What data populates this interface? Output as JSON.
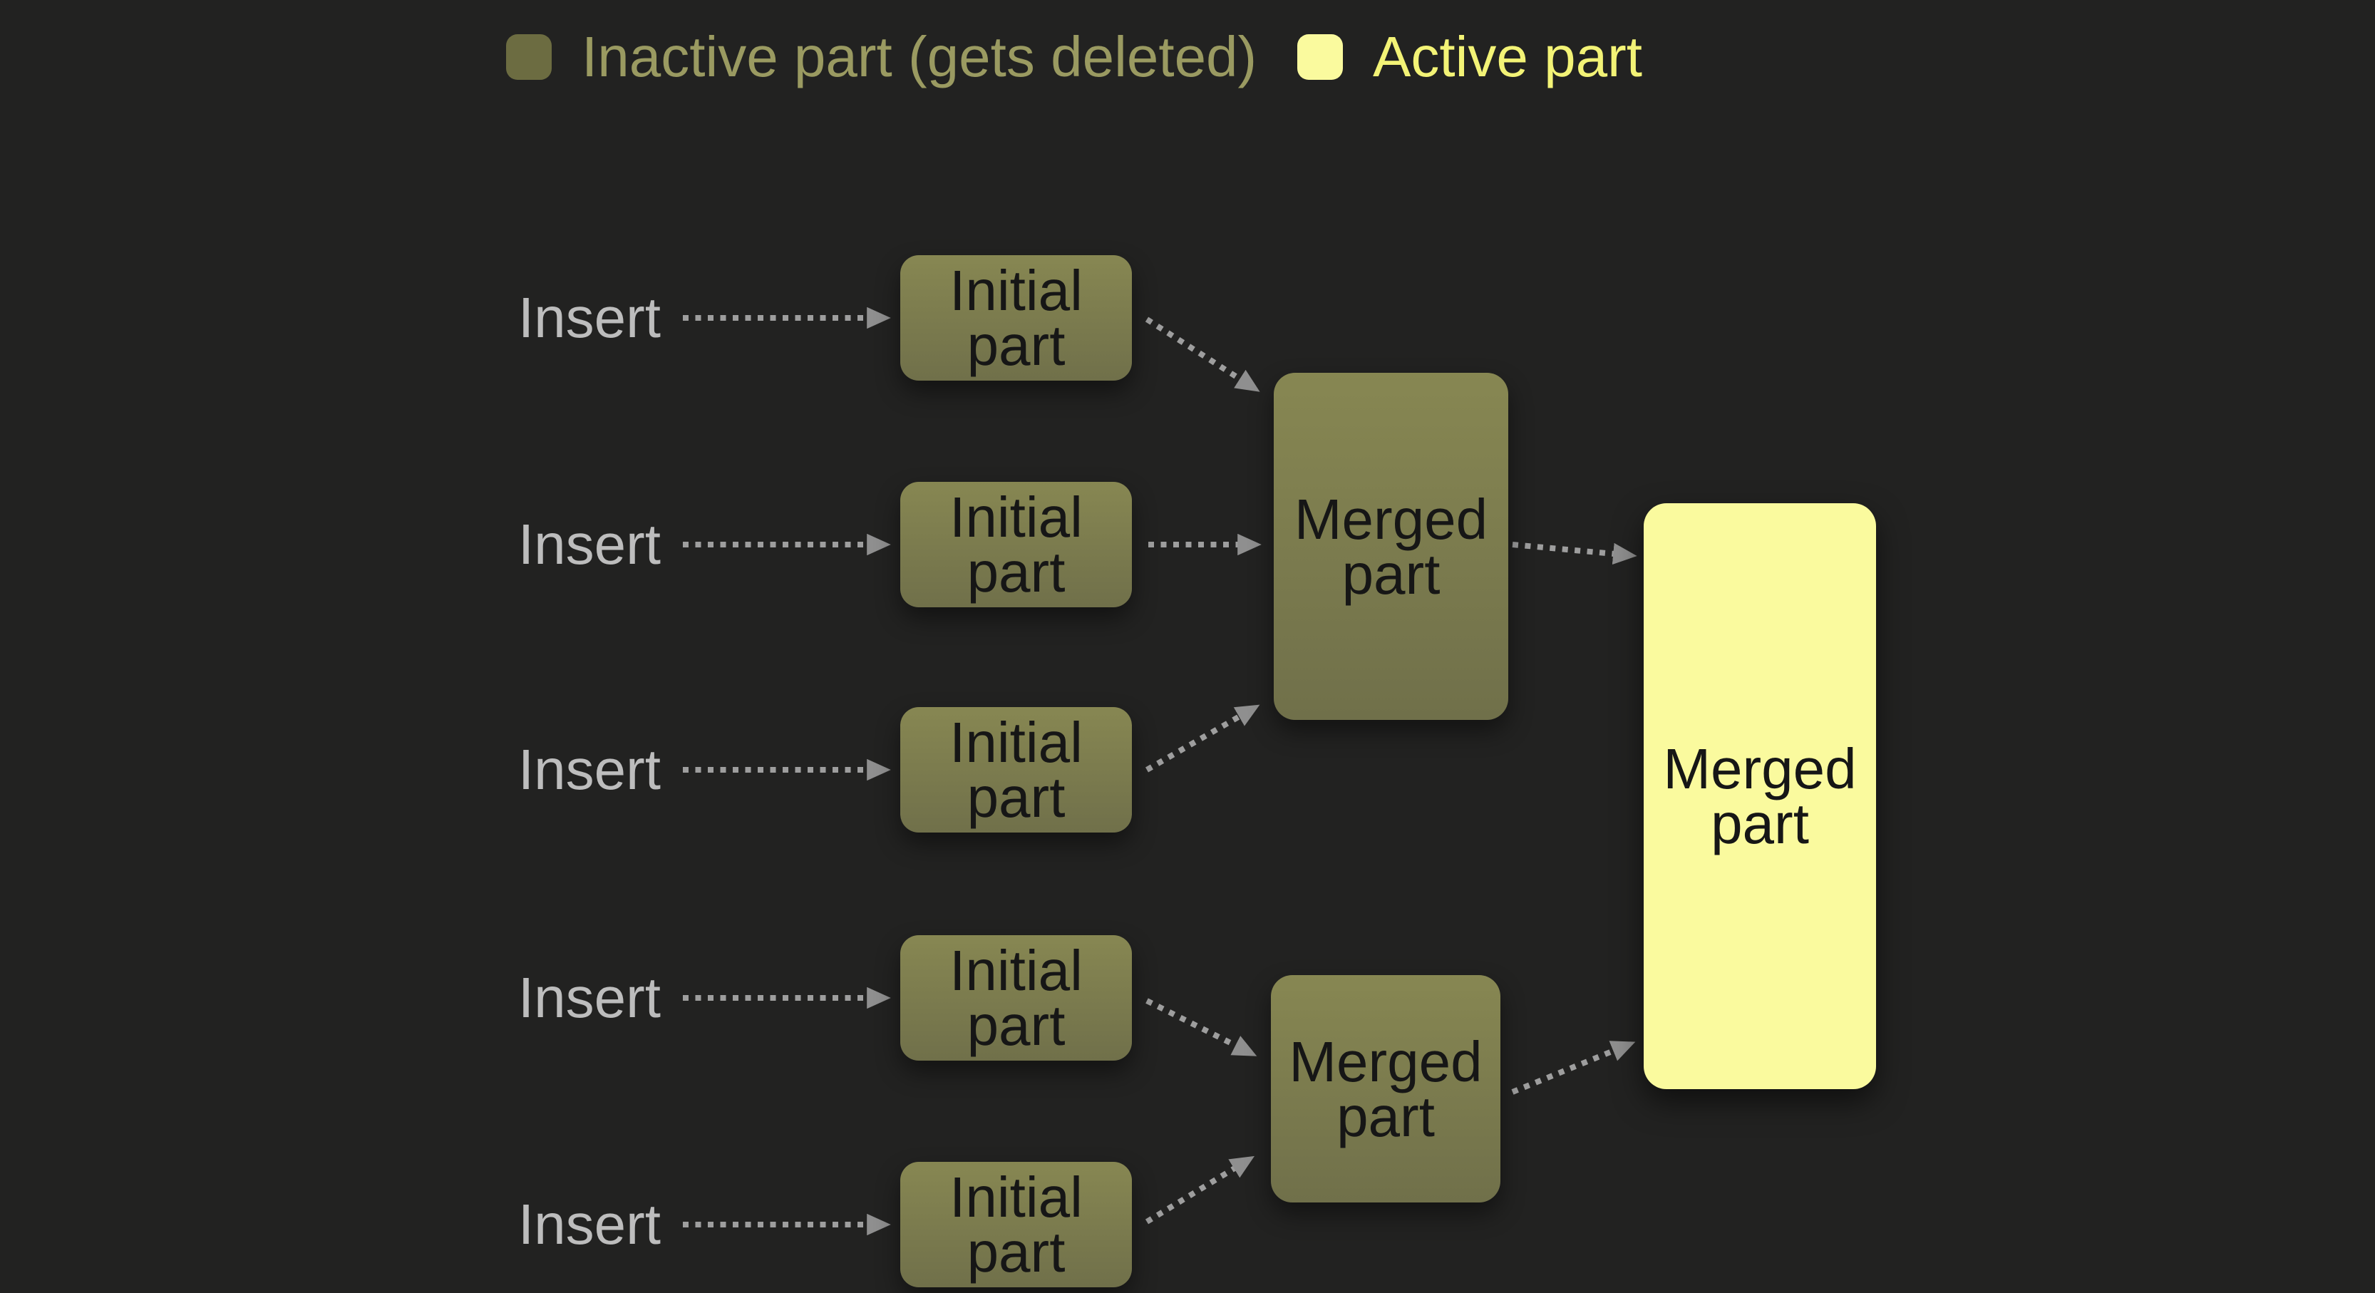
{
  "colors": {
    "background": "#222221",
    "inactive_fill_top": "#878752",
    "inactive_fill_bottom": "#70704a",
    "legend_inactive_swatch": "#6c6c41",
    "legend_inactive_text": "#9a9a61",
    "active_fill": "#fafa9e",
    "active_text": "#f3f376",
    "node_text": "#161616",
    "insert_text": "#bdbdbd",
    "arrow_dot": "#9e9e9e",
    "arrow_head": "#8f8f8f"
  },
  "legend": {
    "inactive_label": "Inactive part (gets deleted)",
    "active_label": "Active part"
  },
  "flow": {
    "insert_labels": [
      "Insert",
      "Insert",
      "Insert",
      "Insert",
      "Insert"
    ],
    "initial_nodes": [
      {
        "label": "Initial part"
      },
      {
        "label": "Initial part"
      },
      {
        "label": "Initial part"
      },
      {
        "label": "Initial part"
      },
      {
        "label": "Initial part"
      }
    ],
    "merged_nodes": [
      {
        "label": "Merged part"
      },
      {
        "label": "Merged part"
      }
    ],
    "final_node": {
      "label": "Merged part"
    },
    "connections": [
      {
        "from": "insert-1",
        "to": "initial-1"
      },
      {
        "from": "insert-2",
        "to": "initial-2"
      },
      {
        "from": "insert-3",
        "to": "initial-3"
      },
      {
        "from": "insert-4",
        "to": "initial-4"
      },
      {
        "from": "insert-5",
        "to": "initial-5"
      },
      {
        "from": "initial-1",
        "to": "merged-1"
      },
      {
        "from": "initial-2",
        "to": "merged-1"
      },
      {
        "from": "initial-3",
        "to": "merged-1"
      },
      {
        "from": "initial-4",
        "to": "merged-2"
      },
      {
        "from": "initial-5",
        "to": "merged-2"
      },
      {
        "from": "merged-1",
        "to": "final-merged"
      },
      {
        "from": "merged-2",
        "to": "final-merged"
      }
    ]
  }
}
